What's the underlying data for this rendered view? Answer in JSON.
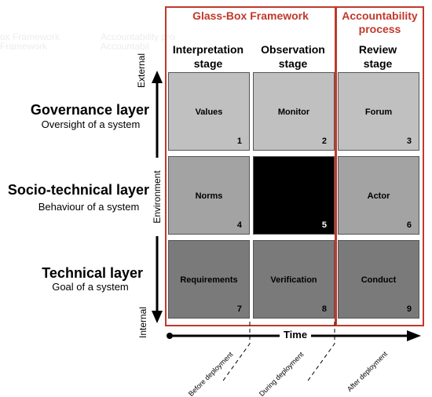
{
  "framework_title": "Glass-Box Framework",
  "accountability_title": "Accountability process",
  "stages": [
    {
      "line1": "Interpretation",
      "line2": "stage"
    },
    {
      "line1": "Observation",
      "line2": "stage"
    },
    {
      "line1": "Review",
      "line2": "stage"
    }
  ],
  "layers": [
    {
      "title": "Governance layer",
      "subtitle": "Oversight of a system"
    },
    {
      "title": "Socio-technical layer",
      "subtitle": "Behaviour of a system"
    },
    {
      "title": "Technical layer",
      "subtitle": "Goal of a system"
    }
  ],
  "cells": [
    {
      "label": "Values",
      "number": "1"
    },
    {
      "label": "Monitor",
      "number": "2"
    },
    {
      "label": "Forum",
      "number": "3"
    },
    {
      "label": "Norms",
      "number": "4"
    },
    {
      "label": "",
      "number": "5"
    },
    {
      "label": "Actor",
      "number": "6"
    },
    {
      "label": "Requirements",
      "number": "7"
    },
    {
      "label": "Verification",
      "number": "8"
    },
    {
      "label": "Conduct",
      "number": "9"
    }
  ],
  "axis": {
    "vertical": "Environment",
    "top": "External",
    "bottom": "Internal",
    "horizontal": "Time"
  },
  "phases": [
    "Before deployment",
    "During deployment",
    "After deployment"
  ],
  "colors": {
    "frame": "#c0392b",
    "light": "#c0c0c0",
    "mid": "#a3a3a3",
    "dark": "#7a7a7a",
    "black": "#000000"
  }
}
